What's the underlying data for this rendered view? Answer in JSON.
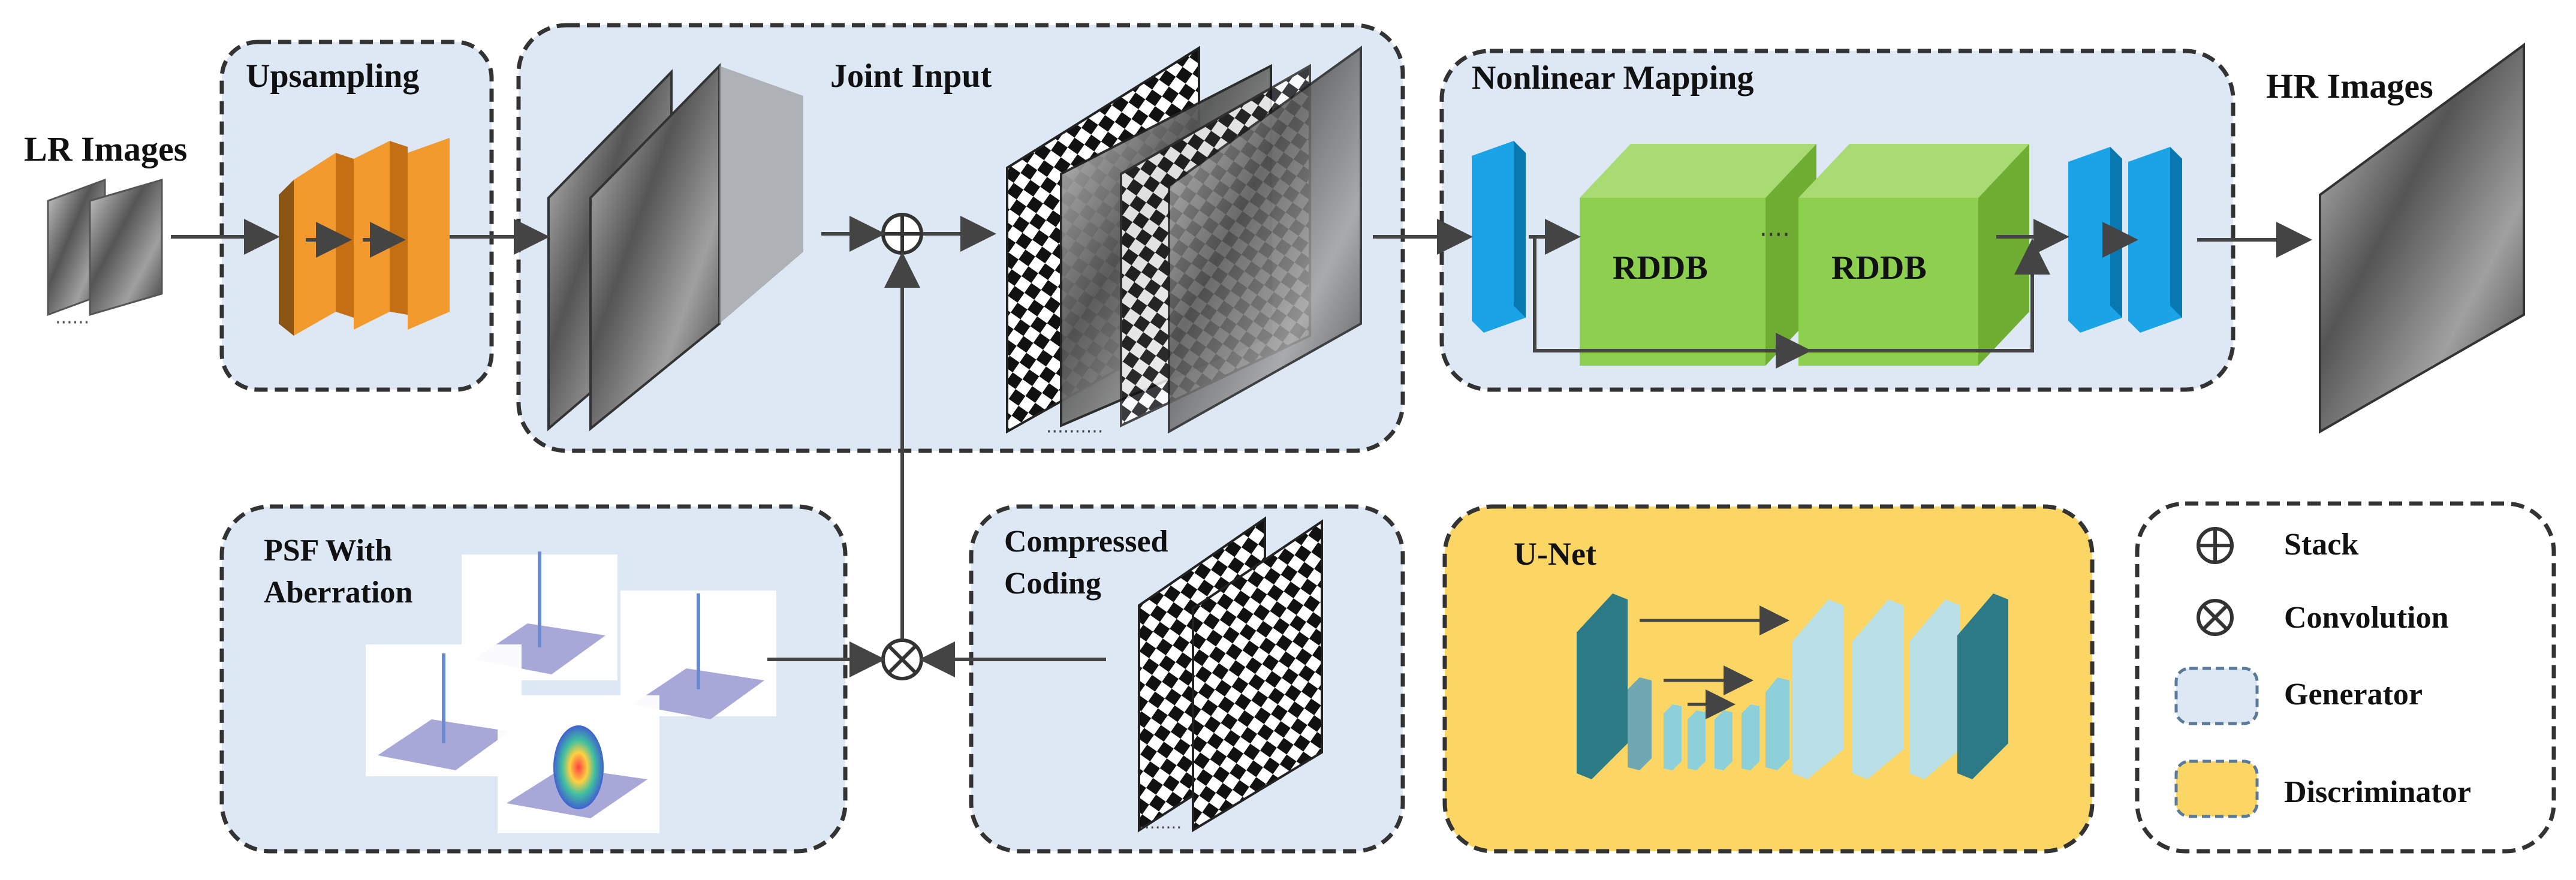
{
  "labels": {
    "lr_images": "LR Images",
    "upsampling": "Upsampling",
    "joint_input": "Joint Input",
    "nonlinear_mapping": "Nonlinear Mapping",
    "hr_images": "HR Images",
    "rddb_1": "RDDB",
    "rddb_2": "RDDB",
    "psf_line1": "PSF With",
    "psf_line2": "Aberration",
    "compressed_line1": "Compressed",
    "compressed_line2": "Coding",
    "unet": "U-Net"
  },
  "legend": {
    "stack": "Stack",
    "convolution": "Convolution",
    "generator": "Generator",
    "discriminator": "Discriminator"
  },
  "colors": {
    "generator_fill": "#dde8f4",
    "discriminator_fill": "#fcd664",
    "border": "#333333",
    "upsampling_orange": "#f29a2e",
    "conv_blue": "#1aa3e6",
    "rddb_green": "#8dcf4e",
    "unet_dark_teal": "#2c7a85",
    "unet_light": "#b9e0e6"
  },
  "icons": {
    "stack": "circled-plus-icon",
    "convolution": "circled-times-icon"
  }
}
